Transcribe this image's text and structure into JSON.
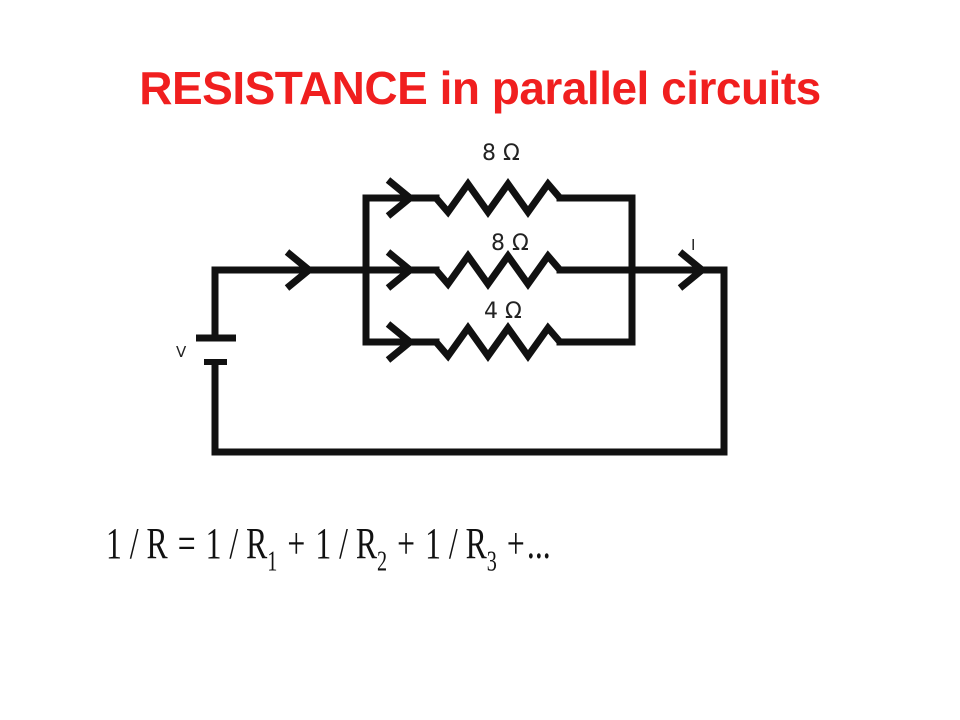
{
  "title": {
    "text": "RESISTANCE in parallel circuits",
    "color": "#f01f1f"
  },
  "circuit": {
    "resistors": [
      {
        "label": "8 Ω"
      },
      {
        "label": "8 Ω"
      },
      {
        "label": "4 Ω"
      }
    ],
    "voltage_label": "V",
    "current_label": "I"
  },
  "formula": {
    "lhs": "1 / R",
    "eq": "=",
    "terms": [
      {
        "num": "1 / R",
        "sub": "1"
      },
      {
        "num": "1 / R",
        "sub": "2"
      },
      {
        "num": "1 / R",
        "sub": "3"
      }
    ],
    "plus": "+",
    "ellipsis": "..."
  }
}
